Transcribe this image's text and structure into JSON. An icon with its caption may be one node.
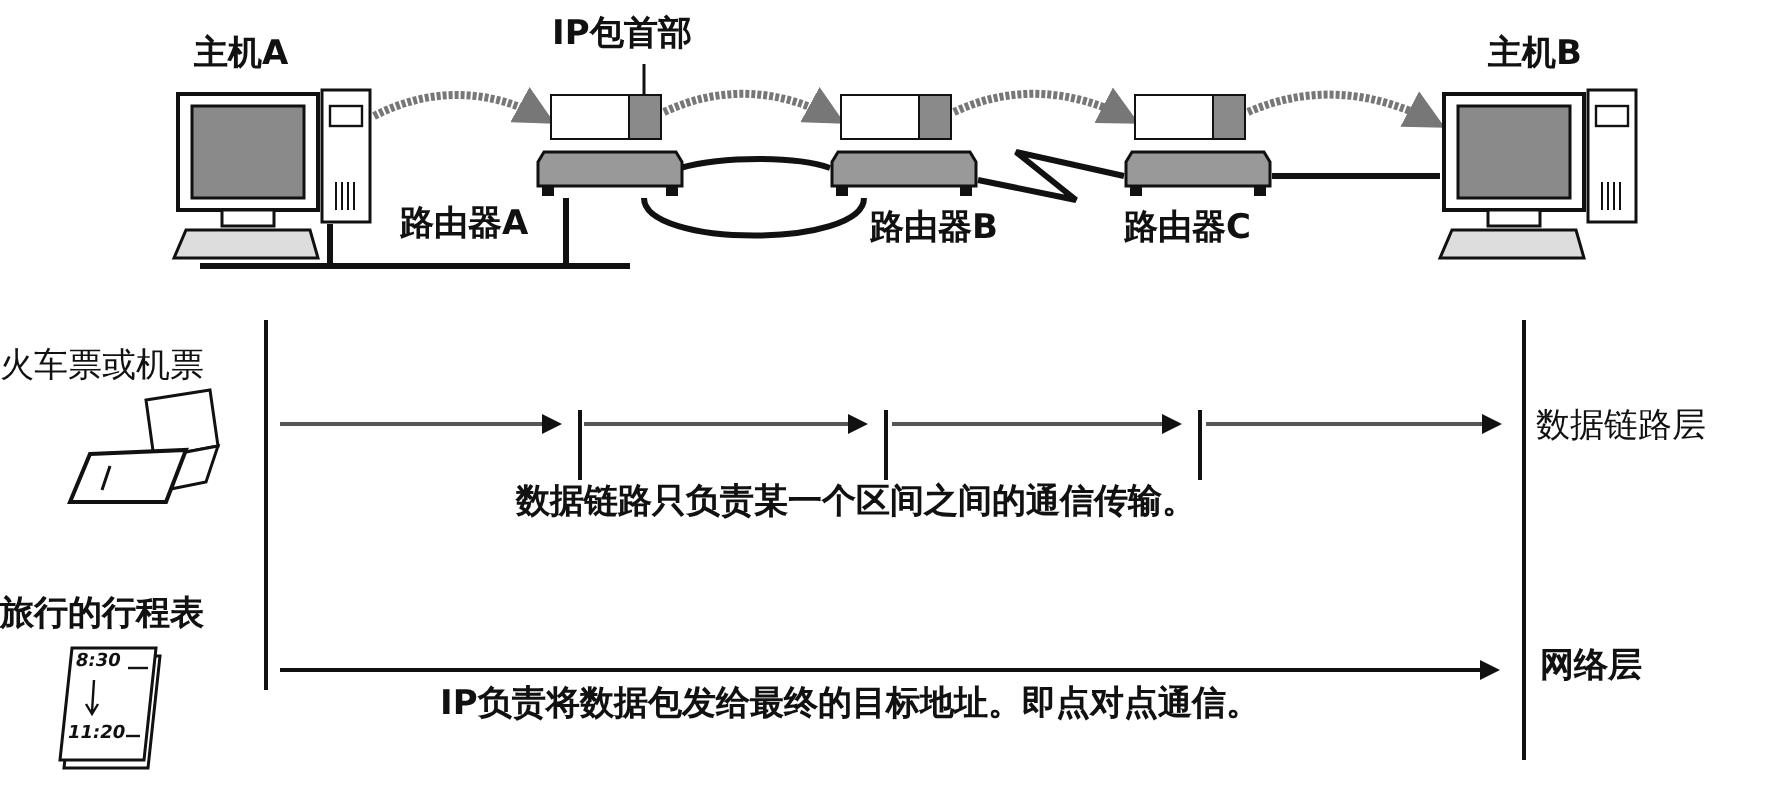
{
  "diagram": {
    "nodes": [
      {
        "text": [
          "主机A"
        ]
      },
      {
        "text": [
          "IP包首部"
        ]
      },
      {
        "text": [],
        "shape": "box"
      },
      {
        "text": [],
        "shape": "box"
      },
      {
        "text": [],
        "shape": "box"
      },
      {
        "text": [
          "路由器A"
        ]
      },
      {
        "text": [
          "路由器B"
        ]
      },
      {
        "text": [
          "路由器C"
        ]
      },
      {
        "text": [
          "主机B"
        ]
      }
    ],
    "edges": [
      {
        "from": 0,
        "to": 2,
        "arrow": "to",
        "style": "dashed",
        "color": "#777777"
      },
      {
        "from": 2,
        "to": 3,
        "arrow": "to",
        "style": "dashed",
        "color": "#777777"
      },
      {
        "from": 3,
        "to": 4,
        "arrow": "to",
        "style": "dashed",
        "color": "#777777"
      },
      {
        "from": 4,
        "to": 8,
        "arrow": "to",
        "style": "dashed",
        "color": "#777777"
      },
      {
        "from": 1,
        "to": 2,
        "arrow": "none"
      },
      {
        "from": 0,
        "to": 5,
        "arrow": "none"
      },
      {
        "from": 5,
        "to": 6,
        "arrow": "none"
      },
      {
        "from": 6,
        "to": 7,
        "arrow": "none"
      },
      {
        "from": 7,
        "to": 8,
        "arrow": "none"
      }
    ],
    "labels": [
      "火车票或机票",
      "数据链路只负责某一个区间之间的通信传输。",
      "数据链路层",
      "旅行的行程表",
      "8:30",
      "11:20",
      "IP负责将数据包发给最终的目标地址。即点对点通信。",
      "网络层"
    ]
  }
}
